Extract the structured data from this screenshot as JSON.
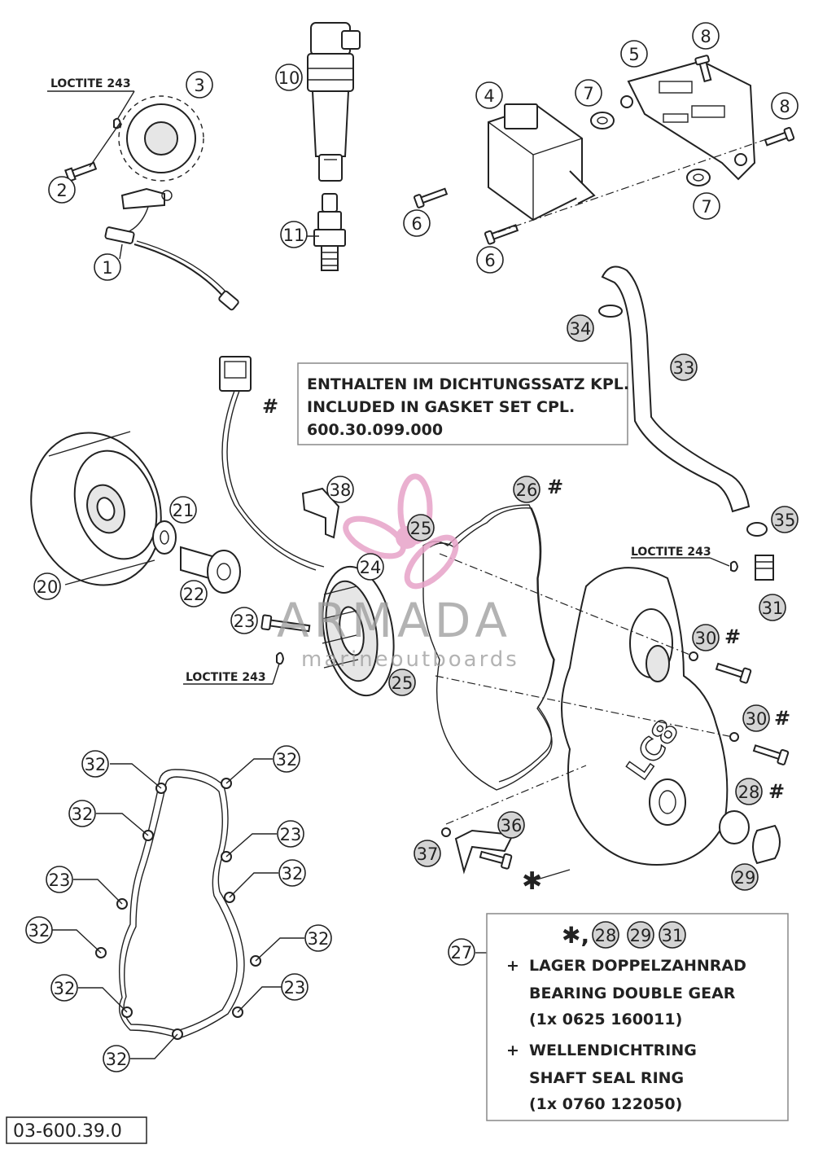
{
  "callouts": [
    {
      "id": "1",
      "num": "1"
    },
    {
      "id": "2",
      "num": "2"
    },
    {
      "id": "3",
      "num": "3"
    },
    {
      "id": "4",
      "num": "4"
    },
    {
      "id": "5",
      "num": "5"
    },
    {
      "id": "6a",
      "num": "6"
    },
    {
      "id": "6b",
      "num": "6"
    },
    {
      "id": "7a",
      "num": "7"
    },
    {
      "id": "7b",
      "num": "7"
    },
    {
      "id": "8a",
      "num": "8"
    },
    {
      "id": "8b",
      "num": "8"
    },
    {
      "id": "10",
      "num": "10"
    },
    {
      "id": "11",
      "num": "11"
    },
    {
      "id": "20",
      "num": "20"
    },
    {
      "id": "21",
      "num": "21"
    },
    {
      "id": "22",
      "num": "22"
    },
    {
      "id": "23a",
      "num": "23"
    },
    {
      "id": "24",
      "num": "24"
    },
    {
      "id": "25a",
      "num": "25"
    },
    {
      "id": "25b",
      "num": "25"
    },
    {
      "id": "26",
      "num": "26"
    },
    {
      "id": "27",
      "num": "27"
    },
    {
      "id": "28",
      "num": "28"
    },
    {
      "id": "29",
      "num": "29"
    },
    {
      "id": "30a",
      "num": "30"
    },
    {
      "id": "30b",
      "num": "30"
    },
    {
      "id": "31",
      "num": "31"
    },
    {
      "id": "33",
      "num": "33"
    },
    {
      "id": "34",
      "num": "34"
    },
    {
      "id": "35",
      "num": "35"
    },
    {
      "id": "36",
      "num": "36"
    },
    {
      "id": "37",
      "num": "37"
    },
    {
      "id": "38",
      "num": "38"
    },
    {
      "id": "32a",
      "num": "32"
    },
    {
      "id": "32b",
      "num": "32"
    },
    {
      "id": "32c",
      "num": "32"
    },
    {
      "id": "32d",
      "num": "32"
    },
    {
      "id": "32e",
      "num": "32"
    },
    {
      "id": "32f",
      "num": "32"
    },
    {
      "id": "32g",
      "num": "32"
    },
    {
      "id": "32h",
      "num": "32"
    },
    {
      "id": "23b",
      "num": "23"
    },
    {
      "id": "23c",
      "num": "23"
    },
    {
      "id": "23d",
      "num": "23"
    },
    {
      "id": "b28",
      "num": "28"
    },
    {
      "id": "b29",
      "num": "29"
    },
    {
      "id": "b31",
      "num": "31"
    }
  ],
  "loctite_label": "LOCTITE 243",
  "hash_mark": "#",
  "gasket_note": {
    "line1": "ENTHALTEN IM DICHTUNGSSATZ KPL.",
    "line2": "INCLUDED IN GASKET SET CPL.",
    "line3": "600.30.099.000"
  },
  "kit_box": {
    "asterisk": "✱,",
    "plus": "+",
    "item1_de": "LAGER DOPPELZAHNRAD",
    "item1_en": "BEARING  DOUBLE GEAR",
    "item1_ref": "(1x  0625 160011)",
    "item2_de": "WELLENDICHTRING",
    "item2_en": "SHAFT SEAL RING",
    "item2_ref": "(1x  0760 122050)"
  },
  "asterisk_mark": "✱",
  "cover_logo": "LC8",
  "diagram_code": "03-600.39.0",
  "watermark": {
    "name": "ARMADA",
    "tagline": "marineoutboards"
  },
  "colors": {
    "watermark_pink": "#e7a3c8",
    "line": "#222222"
  }
}
